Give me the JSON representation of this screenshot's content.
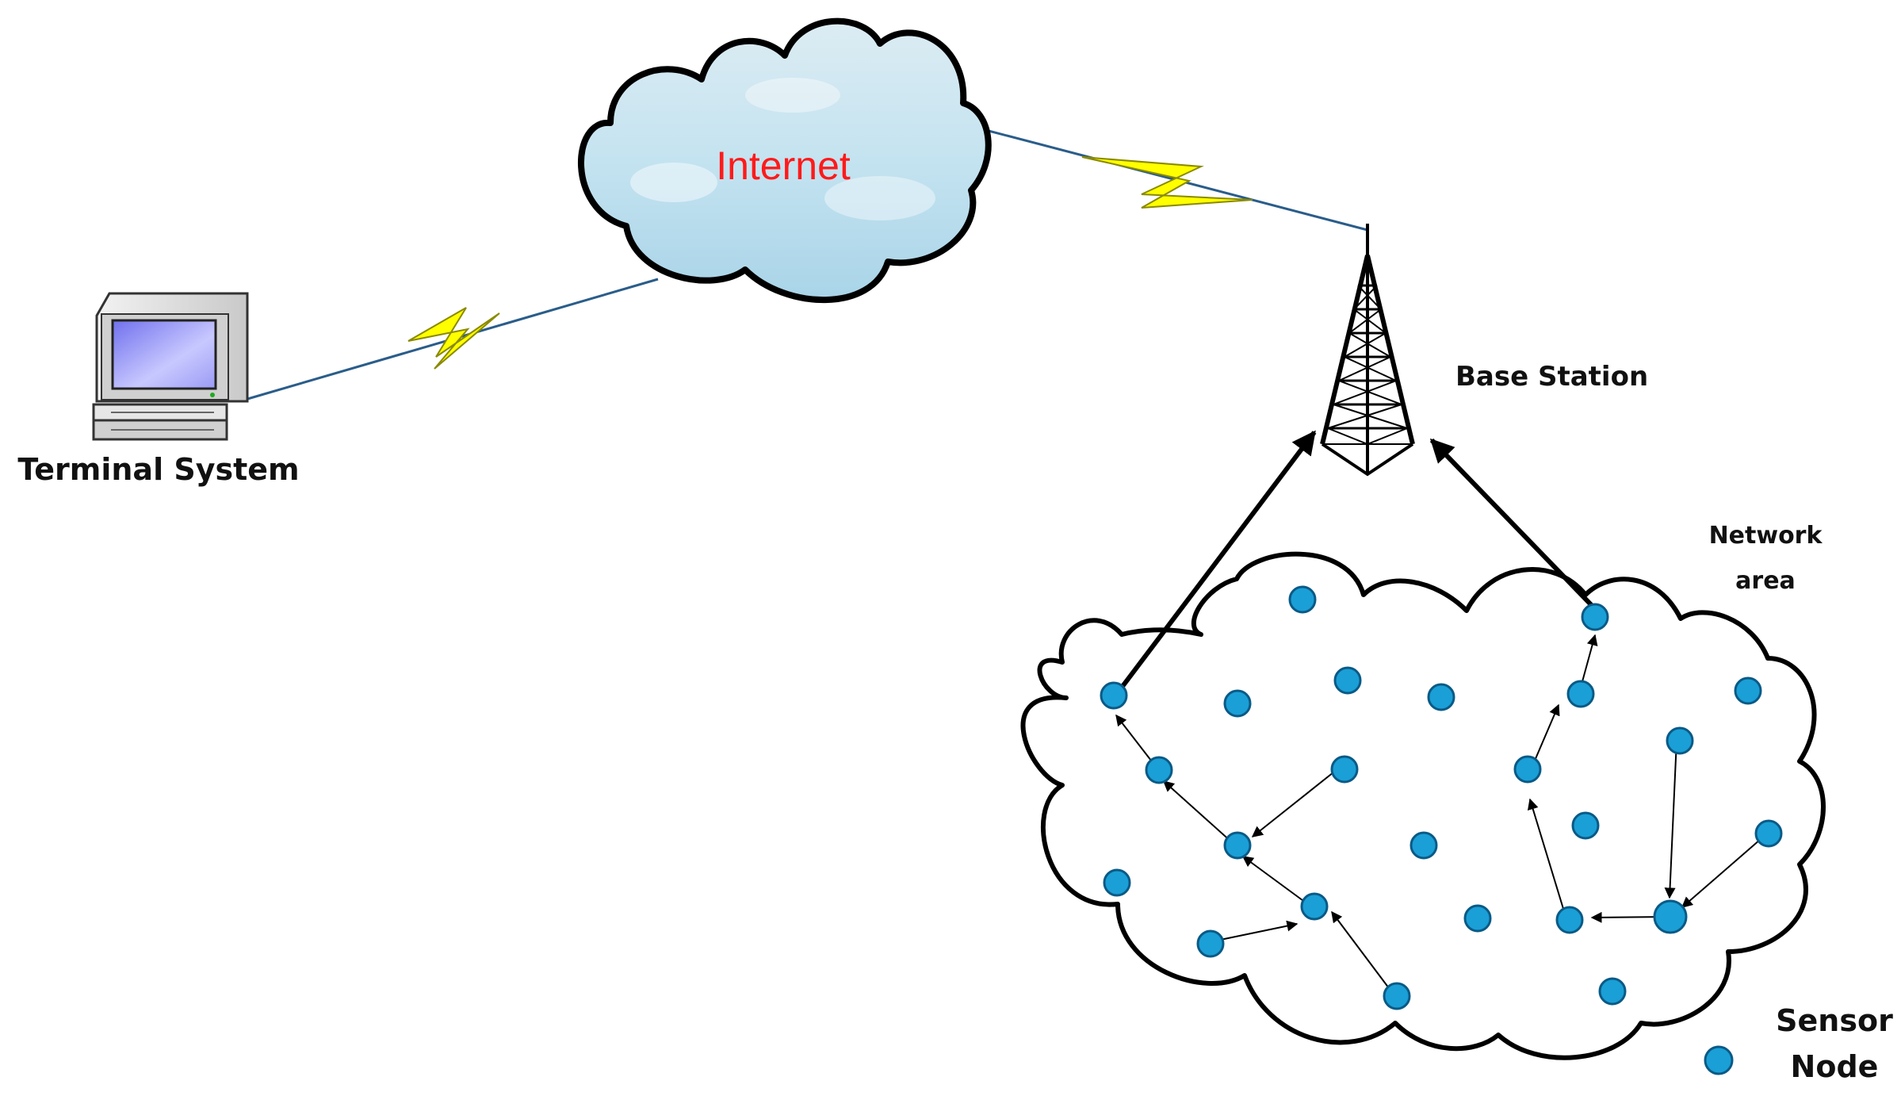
{
  "labels": {
    "internet": "Internet",
    "terminal": "Terminal System",
    "base_station": "Base Station",
    "network_area_line1": "Network",
    "network_area_line2": "area",
    "sensor_line1": "Sensor",
    "sensor_line2": "Node"
  },
  "colors": {
    "node_fill": "#1a9fd6",
    "node_stroke": "#0a5a86",
    "internet_text": "#ff1a1a",
    "lightning": "#ffff00",
    "cloud_sky": "#bfe1ef"
  }
}
